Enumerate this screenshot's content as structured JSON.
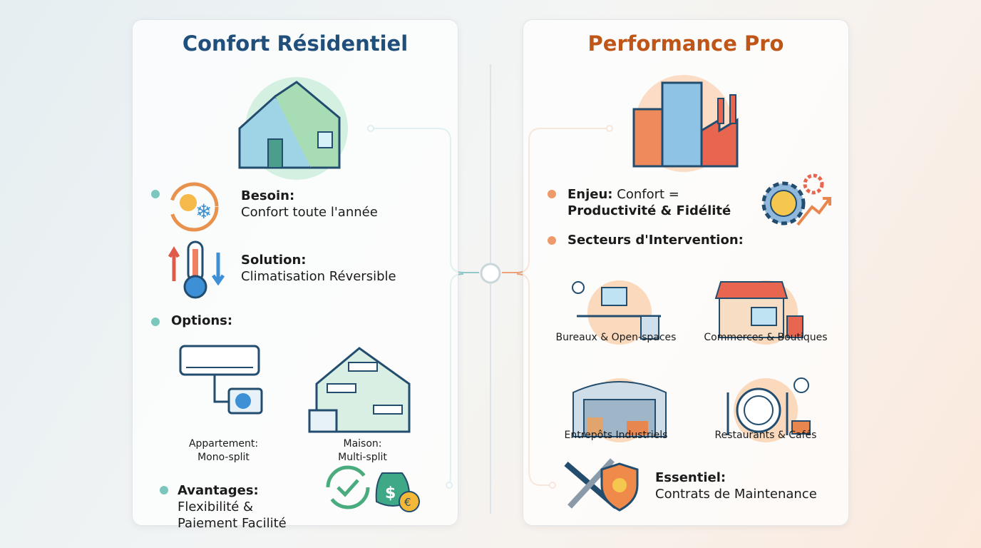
{
  "residential": {
    "title": "Confort Résidentiel",
    "besoin": {
      "label": "Besoin:",
      "text": "Confort toute l'année"
    },
    "solution": {
      "label": "Solution:",
      "text": "Climatisation Réversible"
    },
    "options": {
      "label": "Options:",
      "items": [
        {
          "line1": "Appartement:",
          "line2": "Mono-split"
        },
        {
          "line1": "Maison:",
          "line2": "Multi-split"
        }
      ]
    },
    "avantages": {
      "label": "Avantages:",
      "line1": "Flexibilité &",
      "line2": "Paiement Facilité"
    }
  },
  "pro": {
    "title": "Performance Pro",
    "enjeu": {
      "label": "Enjeu:",
      "text": "Confort =",
      "line2": "Productivité & Fidélité"
    },
    "secteurs": {
      "label": "Secteurs d'Intervention:",
      "items": [
        "Bureaux & Open-spaces",
        "Commerces & Boutiques",
        "Entrepôts Industriels",
        "Restaurants & Cafés"
      ]
    },
    "essentiel": {
      "label": "Essentiel:",
      "text": "Contrats de Maintenance"
    }
  },
  "colors": {
    "residential": "#1f4f7a",
    "pro": "#bf5516"
  }
}
